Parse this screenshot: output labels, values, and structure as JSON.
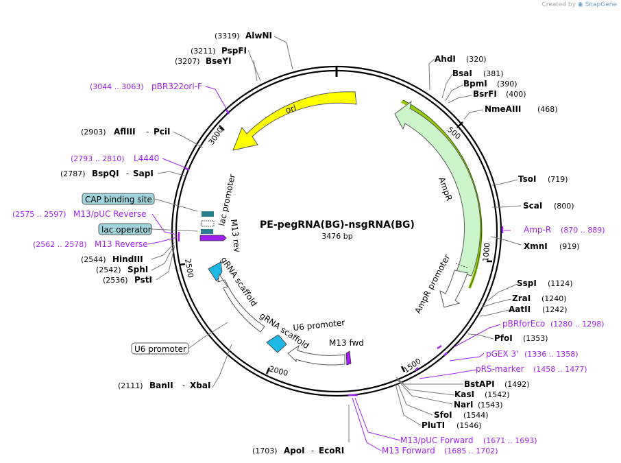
{
  "credit": {
    "prefix": "Created by",
    "brand": "SnapGene"
  },
  "plasmid": {
    "name": "PE-pegRNA(BG)-nsgRNA(BG)",
    "length": "3476 bp"
  },
  "ticks": [
    "500",
    "1000",
    "1500",
    "2000",
    "2500",
    "3000"
  ],
  "features": {
    "ori": "ori",
    "ampr": "AmpR",
    "ampr_promoter": "AmpR promoter",
    "lac_promoter": "lac promoter",
    "m13_rev": "M13 rev",
    "grna_scaffold_1": "gRNA scaffold",
    "grna_scaffold_2": "gRNA scaffold",
    "u6_promoter": "U6 promoter",
    "m13_fwd": "M13 fwd"
  },
  "boxed_labels": {
    "cap": "CAP binding site",
    "lac_operator": "lac operator",
    "u6_promoter": "U6 promoter"
  },
  "sites": [
    {
      "name": "AlwNI",
      "pos": "(3319)"
    },
    {
      "name": "PspFI",
      "pos": "(3211)"
    },
    {
      "name": "BseYI",
      "pos": "(3207)"
    },
    {
      "name": "AflIII",
      "name2": "PciI",
      "pos": "(2903)"
    },
    {
      "name": "BspQI",
      "name2": "SapI",
      "pos": "(2787)"
    },
    {
      "name": "HindIII",
      "pos": "(2544)"
    },
    {
      "name": "SphI",
      "pos": "(2542)"
    },
    {
      "name": "PstI",
      "pos": "(2536)"
    },
    {
      "name": "BanII",
      "name2": "XbaI",
      "pos": "(2111)"
    },
    {
      "name": "ApoI",
      "name2": "EcoRI",
      "pos": "(1703)"
    },
    {
      "name": "AhdI",
      "pos": "(320)"
    },
    {
      "name": "BsaI",
      "pos": "(381)"
    },
    {
      "name": "BpmI",
      "pos": "(390)"
    },
    {
      "name": "BsrFI",
      "pos": "(400)"
    },
    {
      "name": "NmeAIII",
      "pos": "(468)"
    },
    {
      "name": "TsoI",
      "pos": "(719)"
    },
    {
      "name": "ScaI",
      "pos": "(800)"
    },
    {
      "name": "XmnI",
      "pos": "(919)"
    },
    {
      "name": "SspI",
      "pos": "(1124)"
    },
    {
      "name": "ZraI",
      "pos": "(1240)"
    },
    {
      "name": "AatII",
      "pos": "(1242)"
    },
    {
      "name": "PfoI",
      "pos": "(1353)"
    },
    {
      "name": "BstAPI",
      "pos": "(1492)"
    },
    {
      "name": "KasI",
      "pos": "(1542)"
    },
    {
      "name": "NarI",
      "pos": "(1543)"
    },
    {
      "name": "SfoI",
      "pos": "(1544)"
    },
    {
      "name": "PluTI",
      "pos": "(1546)"
    }
  ],
  "primers": [
    {
      "name": "pBR322ori-F",
      "range": "(3044 .. 3063)"
    },
    {
      "name": "L4440",
      "range": "(2793 .. 2810)"
    },
    {
      "name": "M13/pUC Reverse",
      "range": "(2575 .. 2597)"
    },
    {
      "name": "M13 Reverse",
      "range": "(2562 .. 2578)"
    },
    {
      "name": "Amp-R",
      "range": "(870 .. 889)"
    },
    {
      "name": "pBRforEco",
      "range": "(1280 .. 1298)"
    },
    {
      "name": "pGEX 3'",
      "range": "(1336 .. 1358)"
    },
    {
      "name": "pRS-marker",
      "range": "(1458 .. 1477)"
    },
    {
      "name": "M13/pUC Forward",
      "range": "(1671 .. 1693)"
    },
    {
      "name": "M13 Forward",
      "range": "(1685 .. 1702)"
    }
  ],
  "colors": {
    "ori": "#ffff00",
    "ampr": "#ccf5cc",
    "ampr_track": "#99cc00",
    "grna": "#1eb8e6",
    "lac": "#2a7f8f",
    "primer": "#a020f0",
    "boxed": "#9fd4dc"
  }
}
